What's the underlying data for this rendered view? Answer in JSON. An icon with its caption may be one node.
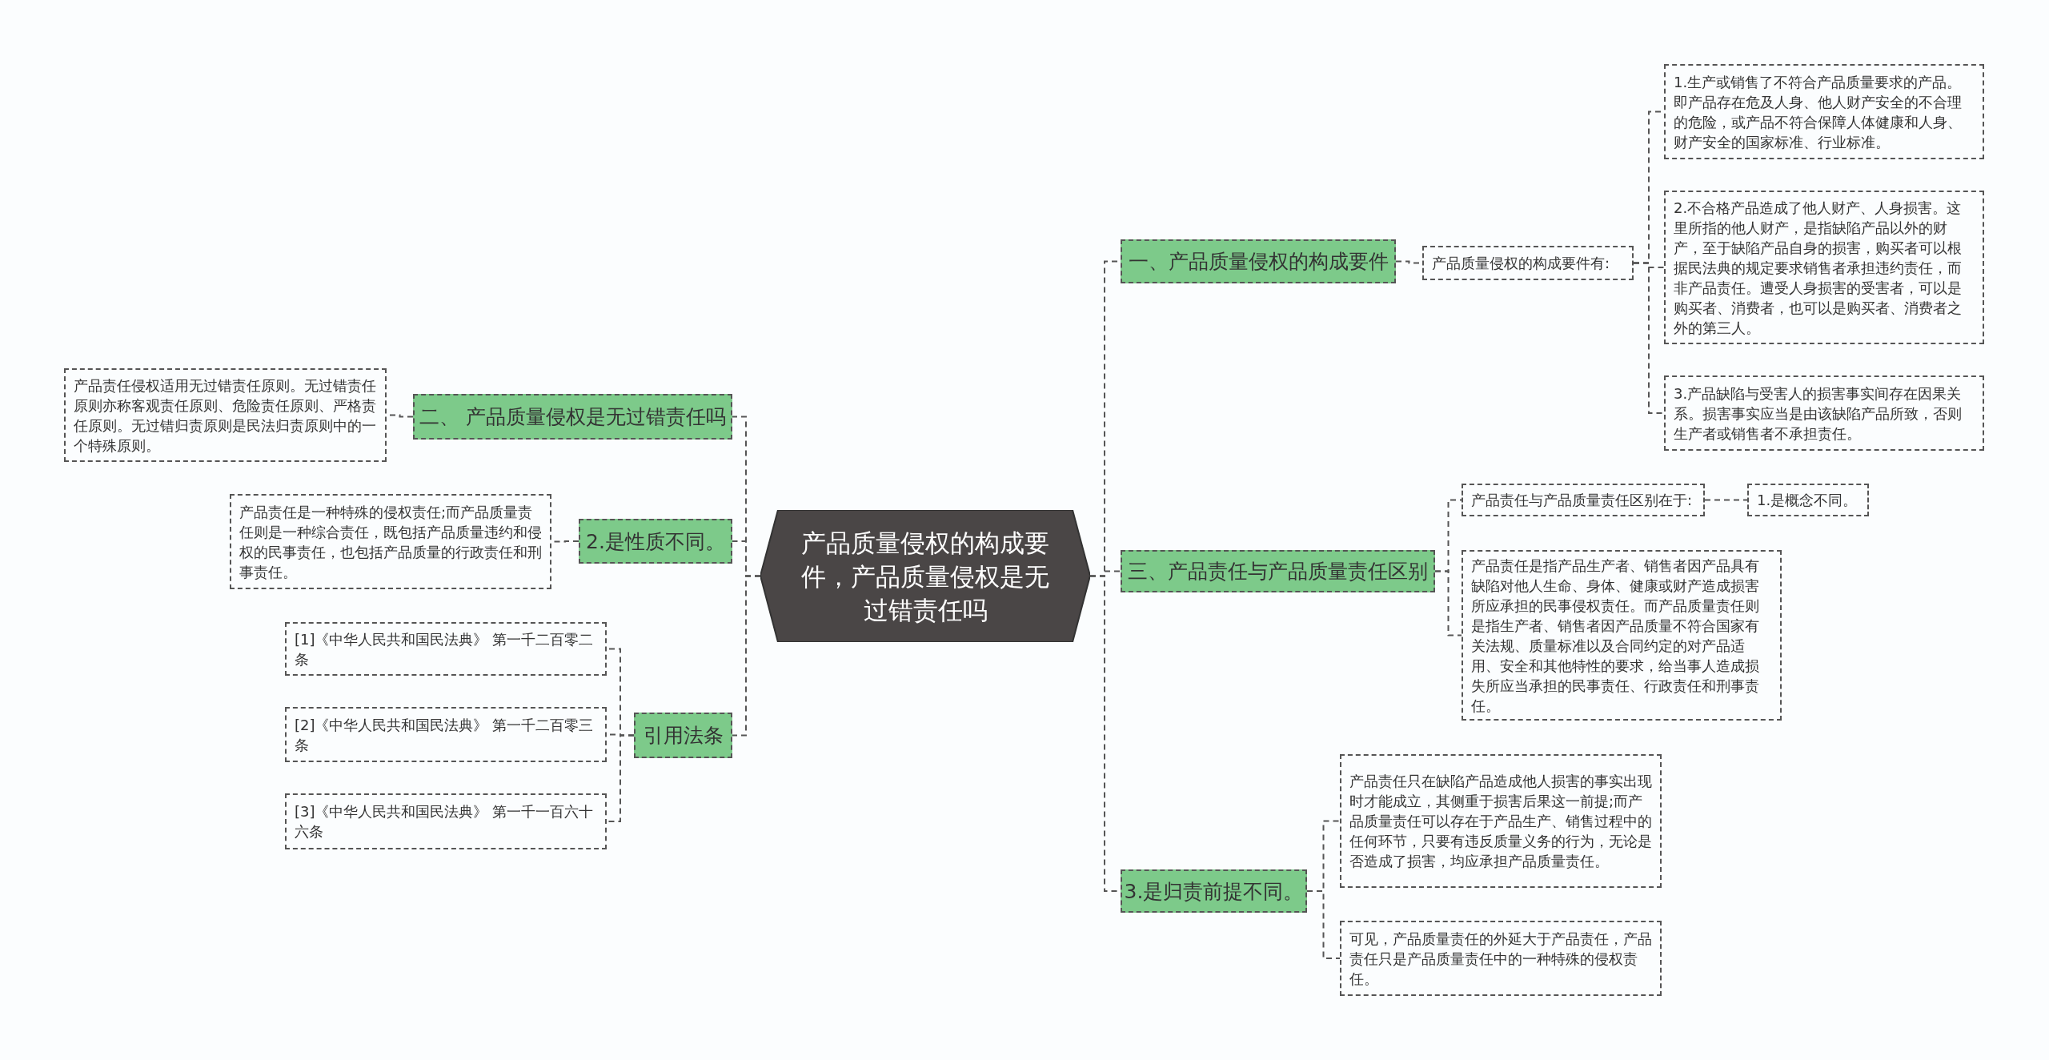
{
  "diagram": {
    "nodes": [
      {
        "text": [
          "产品质量侵权的构成要件，产品质量侵权是无过错责任吗"
        ]
      },
      {
        "text": [
          "一、产品质量侵权的构成要件"
        ]
      },
      {
        "text": [
          "产品质量侵权的构成要件有:"
        ]
      },
      {
        "text": [
          "1.生产或销售了不符合产品质量要求的产品。即产品存在危及人身、他人财产安全的不合理的危险，或产品不符合保障人体健康和人身、财产安全的国家标准、行业标准。"
        ]
      },
      {
        "text": [
          "2.不合格产品造成了他人财产、人身损害。这里所指的他人财产，是指缺陷产品以外的财产，至于缺陷产品自身的损害，购买者可以根据民法典的规定要求销售者承担违约责任，而非产品责任。遭受人身损害的受害者，可以是购买者、消费者，也可以是购买者、消费者之外的第三人。"
        ]
      },
      {
        "text": [
          "3.产品缺陷与受害人的损害事实间存在因果关系。损害事实应当是由该缺陷产品所致，否则生产者或销售者不承担责任。"
        ]
      },
      {
        "text": [
          "三、产品责任与产品质量责任区别"
        ]
      },
      {
        "text": [
          "产品责任与产品质量责任区别在于:"
        ]
      },
      {
        "text": [
          "1.是概念不同。"
        ]
      },
      {
        "text": [
          "产品责任是指产品生产者、销售者因产品具有缺陷对他人生命、身体、健康或财产造成损害所应承担的民事侵权责任。而产品质量责任则是指生产者、销售者因产品质量不符合国家有关法规、质量标准以及合同约定的对产品适用、安全和其他特性的要求，给当事人造成损失所应当承担的民事责任、行政责任和刑事责任。"
        ]
      },
      {
        "text": [
          "3.是归责前提不同。"
        ]
      },
      {
        "text": [
          "产品责任只在缺陷产品造成他人损害的事实出现时才能成立，其侧重于损害后果这一前提;而产品质量责任可以存在于产品生产、销售过程中的任何环节，只要有违反质量义务的行为，无论是否造成了损害，均应承担产品质量责任。"
        ]
      },
      {
        "text": [
          "可见，产品质量责任的外延大于产品责任，产品责任只是产品质量责任中的一种特殊的侵权责任。"
        ]
      },
      {
        "text": [
          "二、 产品质量侵权是无过错责任吗"
        ]
      },
      {
        "text": [
          "产品责任侵权适用无过错责任原则。无过错责任原则亦称客观责任原则、危险责任原则、严格责任原则。无过错归责原则是民法归责原则中的一个特殊原则。"
        ]
      },
      {
        "text": [
          "2.是性质不同。"
        ]
      },
      {
        "text": [
          "产品责任是一种特殊的侵权责任;而产品质量责任则是一种综合责任，既包括产品质量违约和侵权的民事责任，也包括产品质量的行政责任和刑事责任。"
        ]
      },
      {
        "text": [
          "引用法条"
        ]
      },
      {
        "text": [
          "[1]《中华人民共和国民法典》 第一千二百零二条"
        ]
      },
      {
        "text": [
          "[2]《中华人民共和国民法典》 第一千二百零三条"
        ]
      },
      {
        "text": [
          "[3]《中华人民共和国民法典》 第一千一百六十六条"
        ]
      }
    ],
    "edges": [
      {
        "from": 0,
        "to": 1,
        "arrow": "none",
        "style": "dashed"
      },
      {
        "from": 1,
        "to": 2,
        "arrow": "none",
        "style": "dashed"
      },
      {
        "from": 2,
        "to": 3,
        "arrow": "none",
        "style": "dashed"
      },
      {
        "from": 2,
        "to": 4,
        "arrow": "none",
        "style": "dashed"
      },
      {
        "from": 2,
        "to": 5,
        "arrow": "none",
        "style": "dashed"
      },
      {
        "from": 0,
        "to": 6,
        "arrow": "none",
        "style": "dashed"
      },
      {
        "from": 6,
        "to": 7,
        "arrow": "none",
        "style": "dashed"
      },
      {
        "from": 7,
        "to": 8,
        "arrow": "none",
        "style": "dashed"
      },
      {
        "from": 6,
        "to": 9,
        "arrow": "none",
        "style": "dashed"
      },
      {
        "from": 0,
        "to": 10,
        "arrow": "none",
        "style": "dashed"
      },
      {
        "from": 10,
        "to": 11,
        "arrow": "none",
        "style": "dashed"
      },
      {
        "from": 10,
        "to": 12,
        "arrow": "none",
        "style": "dashed"
      },
      {
        "from": 0,
        "to": 13,
        "arrow": "none",
        "style": "dashed"
      },
      {
        "from": 13,
        "to": 14,
        "arrow": "none",
        "style": "dashed"
      },
      {
        "from": 0,
        "to": 15,
        "arrow": "none",
        "style": "dashed"
      },
      {
        "from": 15,
        "to": 16,
        "arrow": "none",
        "style": "dashed"
      },
      {
        "from": 0,
        "to": 17,
        "arrow": "none",
        "style": "dashed"
      },
      {
        "from": 17,
        "to": 18,
        "arrow": "none",
        "style": "dashed"
      },
      {
        "from": 17,
        "to": 19,
        "arrow": "none",
        "style": "dashed"
      },
      {
        "from": 17,
        "to": 20,
        "arrow": "none",
        "style": "dashed"
      }
    ]
  }
}
